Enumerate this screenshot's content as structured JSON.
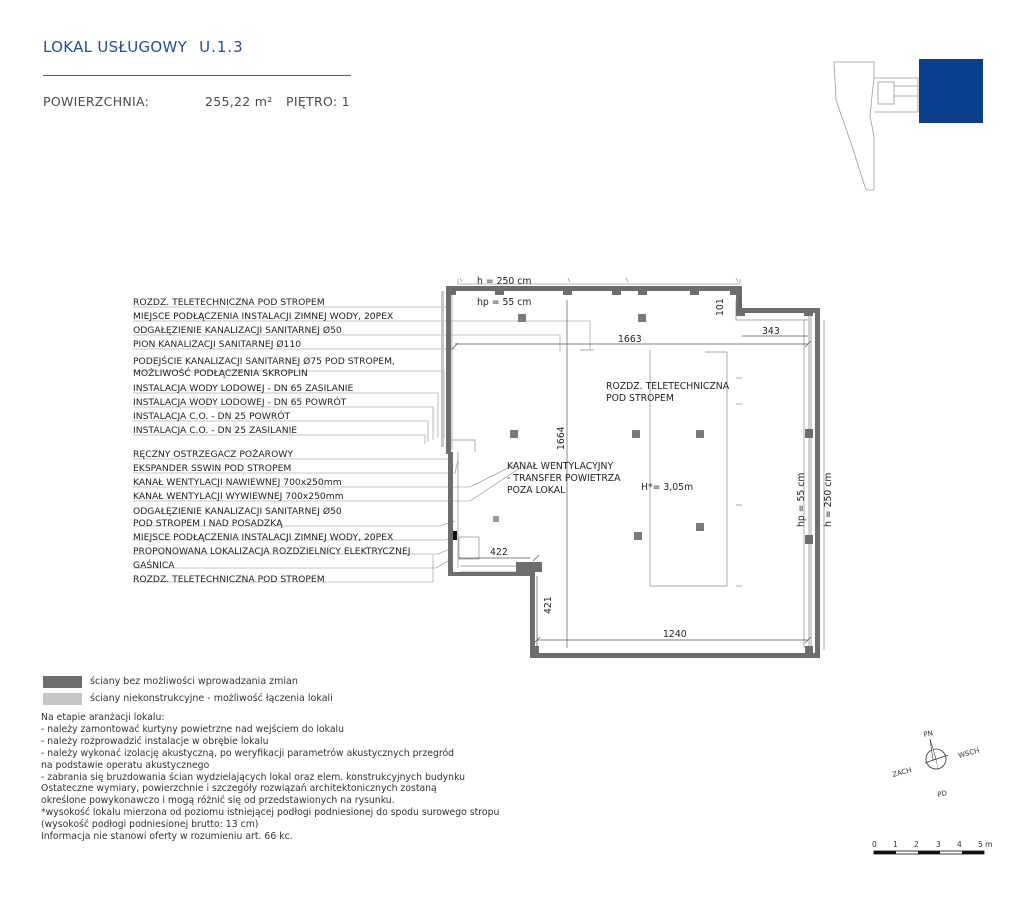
{
  "header": {
    "title": "LOKAL USŁUGOWY",
    "unit": "U.1.3",
    "area_label": "POWIERZCHNIA:",
    "area_value": "255,22 m²",
    "floor_text": "PIĘTRO: 1"
  },
  "callouts": [
    "ROZDZ. TELETECHNICZNA POD STROPEM",
    "MIEJSCE PODŁĄCZENIA INSTALACJI ZIMNEJ WODY, 20PEX",
    "ODGAŁĘZIENIE KANALIZACJI SANITARNEJ Ø50",
    "PION KANALIZACJI SANITARNEJ Ø110",
    "PODEJŚCIE KANALIZACJI SANITARNEJ Ø75 POD STROPEM,",
    "MOŻLIWOŚĆ PODŁĄCZENIA SKROPLIN",
    "INSTALACJA WODY LODOWEJ - DN 65 ZASILANIE",
    "INSTALACJA WODY LODOWEJ - DN 65 POWRÓT",
    "INSTALACJA C.O. - DN 25 POWRÓT",
    "INSTALACJA C.O. - DN 25 ZASILANIE",
    "RĘCZNY OSTRZEGACZ POŻAROWY",
    "EKSPANDER SSWIN POD STROPEM",
    "KANAŁ WENTYLACJI NAWIEWNEJ 700x250mm",
    "KANAŁ WENTYLACJI WYWIEWNEJ 700x250mm",
    "ODGAŁĘZIENIE KANALIZACJI SANITARNEJ Ø50",
    "POD STROPEM I NAD POSADZKĄ",
    "MIEJSCE PODŁĄCZENIA INSTALACJI ZIMNEJ WODY, 20PEX",
    "PROPONOWANA LOKALIZACJA ROZDZIELNICY ELEKTRYCZNEJ",
    "GAŚNICA",
    "ROZDZ. TELETECHNICZNA POD STROPEM"
  ],
  "plan": {
    "h_top": "h = 250 cm",
    "hp_top": "hp = 55 cm",
    "dim_101": "101",
    "dim_343": "343",
    "dim_1663": "1663",
    "dim_1664": "1664",
    "dim_422": "422",
    "dim_421": "421",
    "dim_1240": "1240",
    "room_label_1": "ROZDZ. TELETECHNICZNA",
    "room_label_2": "POD STROPEM",
    "duct_label_1": "KANAŁ WENTYLACYJNY",
    "duct_label_2": "- TRANSFER POWIETRZA",
    "duct_label_3": "POZA LOKAL",
    "height_label": "H*= 3,05m",
    "hp_right": "hp = 55 cm",
    "h_right": "h = 250 cm"
  },
  "legend": [
    {
      "color": "#6d6d6d",
      "label": "ściany bez możliwości wprowadzania zmian"
    },
    {
      "color": "#c6c6c6",
      "label": "ściany niekonstrukcyjne - możliwość łączenia lokali"
    }
  ],
  "notes": [
    "Na etapie aranżacji lokalu:",
    "- należy zamontować kurtyny powietrzne nad wejściem do lokalu",
    "- należy rozprowadzić instalacje w obrębie lokalu",
    "- należy wykonać izolację akustyczną, po weryfikacji parametrów akustycznych przegród",
    "na podstawie operatu akustycznego",
    "- zabrania się bruzdowania ścian wydzielających lokal oraz elem. konstrukcyjnych budynku",
    "Ostateczne wymiary, powierzchnie i szczegóły rozwiązań architektonicznych zostaną",
    "określone powykonawczo i mogą różnić się od przedstawionych na rysunku.",
    "*wysokość lokalu mierzona od poziomu istniejącej podłogi podniesionej do spodu surowego stropu",
    "(wysokość podłogi podniesionej brutto: 13 cm)",
    "Informacja nie stanowi oferty w rozumieniu art. 66 kc."
  ],
  "compass": {
    "north": "PN",
    "east": "WSCH",
    "south": "PD",
    "west": "ZACH"
  },
  "scale": {
    "ticks": [
      "0",
      "1",
      "2",
      "3",
      "4",
      "5 m"
    ]
  },
  "colors": {
    "accent": "#1f4f93",
    "highlight": "#0b3f8c",
    "structural_wall": "#6d6d6d",
    "partition_wall": "#c6c6c6"
  }
}
